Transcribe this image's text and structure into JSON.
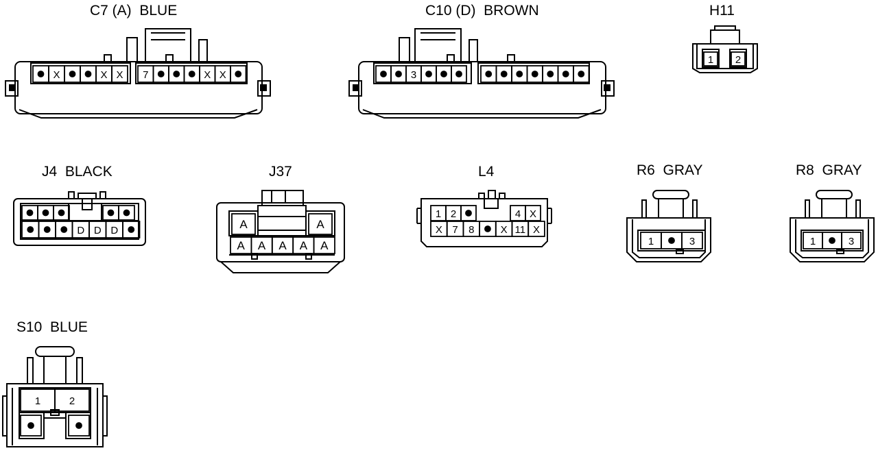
{
  "connectors": {
    "c7": {
      "label": "C7 (A)  BLUE",
      "left_pins": [
        "•",
        "X",
        "•",
        "•",
        "X",
        "X"
      ],
      "right_pins": [
        "7",
        "•",
        "•",
        "•",
        "X",
        "X",
        "•"
      ]
    },
    "c10": {
      "label": "C10 (D)  BROWN",
      "left_pins": [
        "•",
        "•",
        "3",
        "•",
        "•",
        "•"
      ],
      "right_pins": [
        "•",
        "•",
        "•",
        "•",
        "•",
        "•",
        "•"
      ]
    },
    "h11": {
      "label": "H11",
      "pins": [
        "1",
        "2"
      ]
    },
    "j4": {
      "label": "J4  BLACK",
      "top_left": [
        "•",
        "•",
        "•"
      ],
      "top_right": [
        "•",
        "•"
      ],
      "bottom": [
        "•",
        "•",
        "•",
        "D",
        "D",
        "D",
        "•"
      ]
    },
    "j37": {
      "label": "J37",
      "top": [
        "A",
        "A"
      ],
      "bottom": [
        "A",
        "A",
        "A",
        "A",
        "A"
      ]
    },
    "l4": {
      "label": "L4",
      "top_left": [
        "1",
        "2",
        "•"
      ],
      "top_right": [
        "4",
        "X"
      ],
      "bottom": [
        "X",
        "7",
        "8",
        "•",
        "X",
        "11",
        "X"
      ]
    },
    "r6": {
      "label": "R6  GRAY",
      "pins": [
        "1",
        "•",
        "3"
      ]
    },
    "r8": {
      "label": "R8  GRAY",
      "pins": [
        "1",
        "•",
        "3"
      ]
    },
    "s10": {
      "label": "S10  BLUE",
      "top": [
        "1",
        "2"
      ],
      "bottom": [
        "•",
        "•"
      ]
    }
  }
}
